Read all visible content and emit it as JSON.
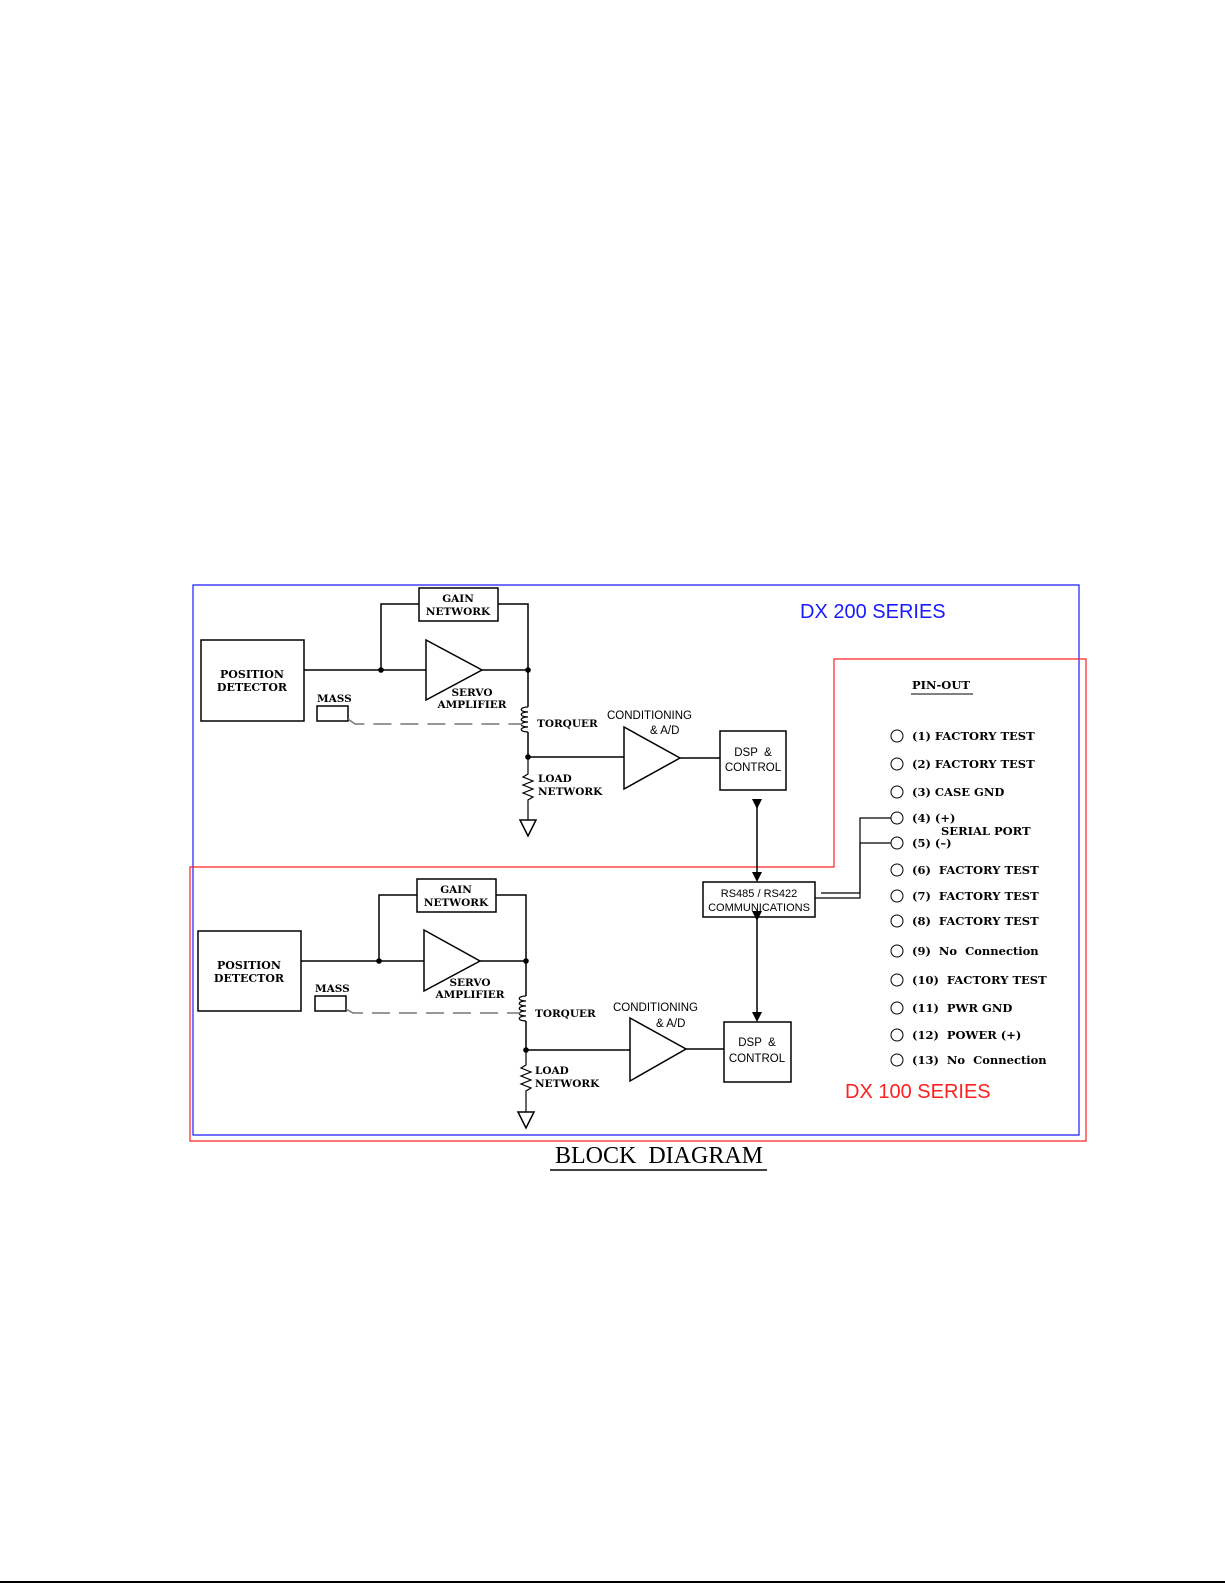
{
  "series": {
    "dx200": {
      "label": "DX 200 SERIES",
      "color": "#1a1aff"
    },
    "dx100": {
      "label": "DX  100 SERIES",
      "color": "#ff2020"
    }
  },
  "blocks": {
    "gain_network": [
      "GAIN",
      "NETWORK"
    ],
    "position_detector": [
      "POSITION",
      "DETECTOR"
    ],
    "servo_amplifier": [
      "SERVO",
      "AMPLIFIER"
    ],
    "mass": "MASS",
    "torquer": "TORQUER",
    "load_network": [
      "LOAD",
      "NETWORK"
    ],
    "conditioning": [
      "CONDITIONING",
      "& A/D"
    ],
    "dsp_control": [
      "DSP  &",
      "CONTROL"
    ],
    "comms": [
      "RS485 / RS422",
      "COMMUNICATIONS"
    ]
  },
  "pinout": {
    "title": "PIN-OUT",
    "pins": [
      "(1) FACTORY TEST",
      "(2) FACTORY TEST",
      "(3) CASE GND",
      "(4) (+)",
      "(5) (–)",
      "(6)  FACTORY TEST",
      "(7)  FACTORY TEST",
      "(8)  FACTORY TEST",
      "(9)  No  Connection",
      "(10)  FACTORY TEST",
      "(11)  PWR GND",
      "(12)  POWER (+)",
      "(13)  No  Connection"
    ],
    "serial_port_label": "SERIAL PORT"
  },
  "caption": "BLOCK  DIAGRAM"
}
